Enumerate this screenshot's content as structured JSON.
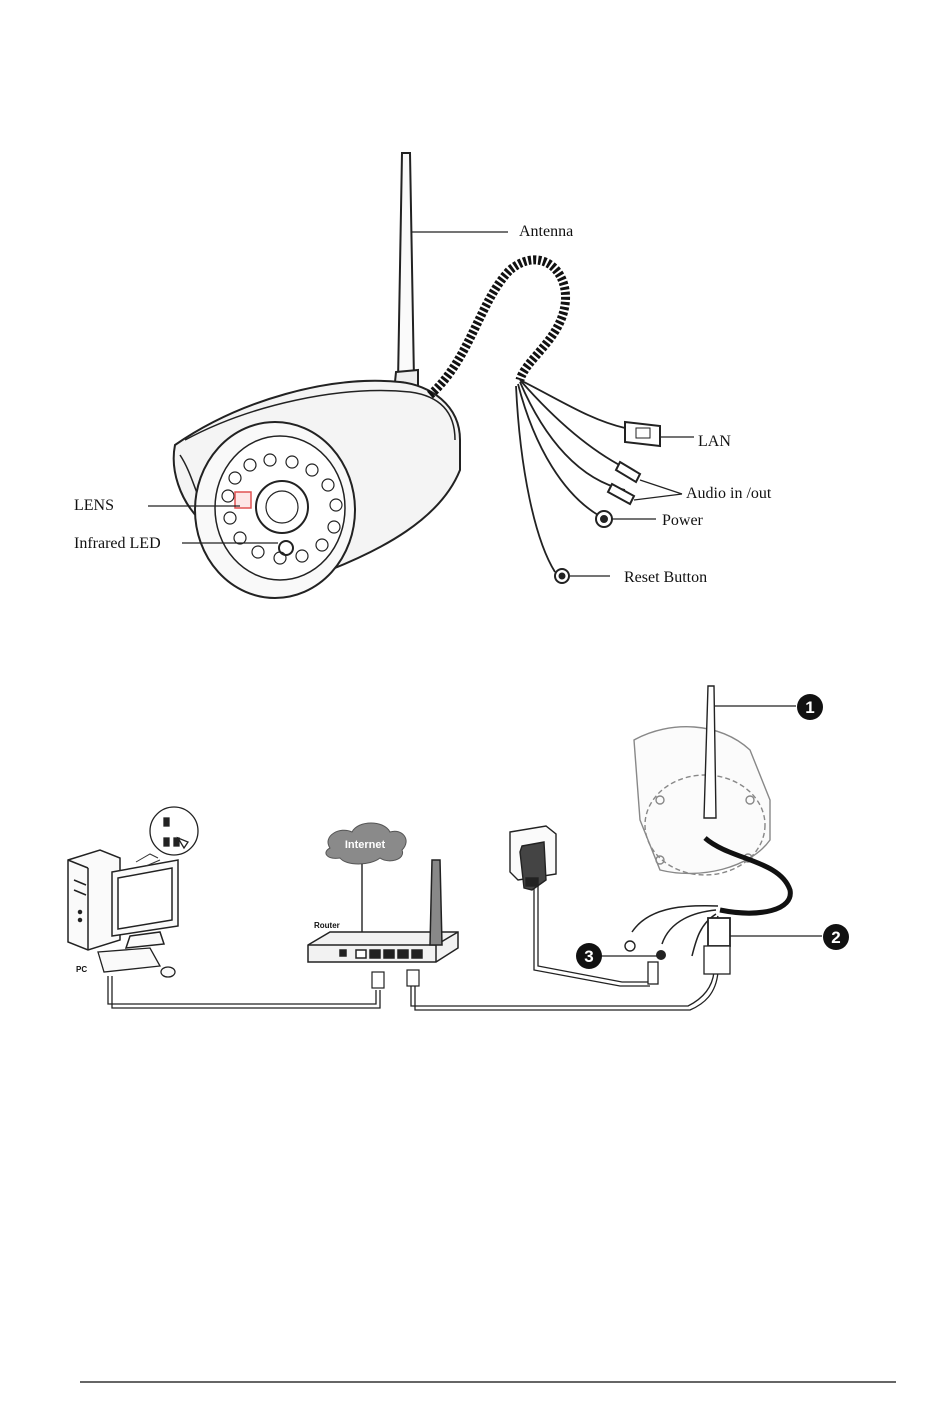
{
  "camera_labels": {
    "antenna": "Antenna",
    "lan": "LAN",
    "audio": "Audio in /out",
    "power": "Power",
    "lens": "LENS",
    "infrared": "Infrared LED",
    "reset": "Reset Button"
  },
  "connection": {
    "internet": "Internet",
    "router": "Router",
    "pc": "PC",
    "callouts": [
      "1",
      "2",
      "3"
    ]
  },
  "colors": {
    "line": "#222222",
    "lens_marker": "#e05050",
    "callout_fill": "#111111"
  }
}
